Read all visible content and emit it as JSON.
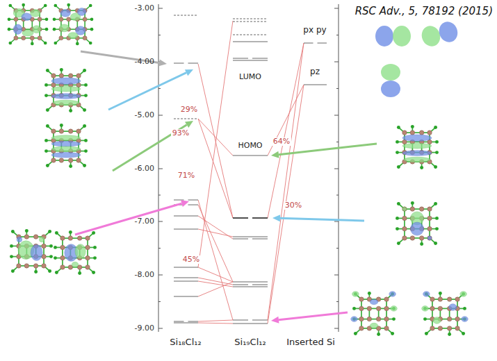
{
  "diagram": {
    "labels": [
      "RSC Adv., 5, 78192 (2015)",
      "-3.00",
      "-4.00",
      "-5.00",
      "-6.00",
      "-7.00",
      "-8.00",
      "-9.00",
      "LUMO",
      "HOMO",
      "px py",
      "pz",
      "29%",
      "93%",
      "71%",
      "45%",
      "64%",
      "30%",
      "Si₁₈Cl₁₂",
      "Si₁₉Cl₁₂",
      "Inserted Si"
    ]
  }
}
